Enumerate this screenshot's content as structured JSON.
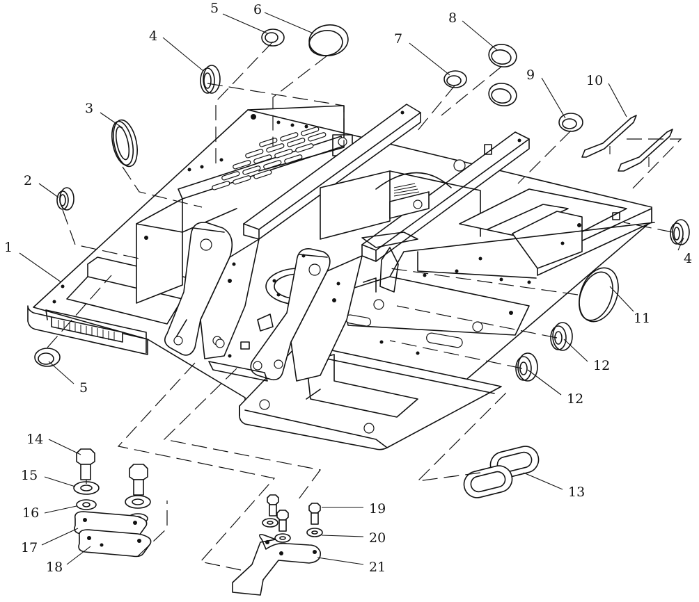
{
  "callouts": [
    {
      "id": "c1",
      "label": "1"
    },
    {
      "id": "c2",
      "label": "2"
    },
    {
      "id": "c3",
      "label": "3"
    },
    {
      "id": "c4a",
      "label": "4"
    },
    {
      "id": "c4b",
      "label": "4"
    },
    {
      "id": "c5a",
      "label": "5"
    },
    {
      "id": "c5b",
      "label": "5"
    },
    {
      "id": "c6",
      "label": "6"
    },
    {
      "id": "c7",
      "label": "7"
    },
    {
      "id": "c8",
      "label": "8"
    },
    {
      "id": "c9",
      "label": "9"
    },
    {
      "id": "c10",
      "label": "10"
    },
    {
      "id": "c11",
      "label": "11"
    },
    {
      "id": "c12a",
      "label": "12"
    },
    {
      "id": "c12b",
      "label": "12"
    },
    {
      "id": "c13",
      "label": "13"
    },
    {
      "id": "c14",
      "label": "14"
    },
    {
      "id": "c15",
      "label": "15"
    },
    {
      "id": "c16",
      "label": "16"
    },
    {
      "id": "c17",
      "label": "17"
    },
    {
      "id": "c18",
      "label": "18"
    },
    {
      "id": "c19",
      "label": "19"
    },
    {
      "id": "c20",
      "label": "20"
    },
    {
      "id": "c21",
      "label": "21"
    }
  ]
}
